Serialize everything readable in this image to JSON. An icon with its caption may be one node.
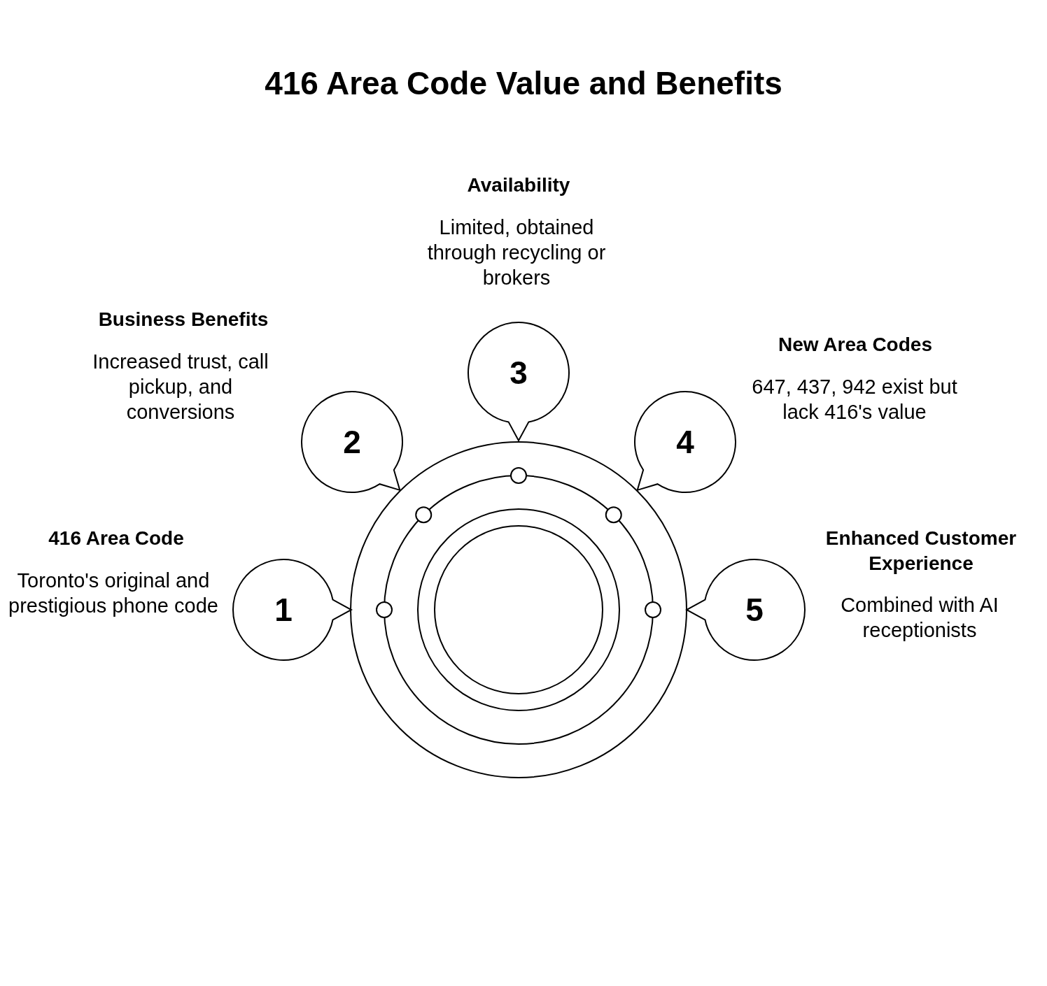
{
  "diagram": {
    "title": "416 Area Code Value and Benefits",
    "nodes": [
      {
        "text": [],
        "shape": "circle"
      },
      {
        "text": [
          "1"
        ],
        "beside": [
          "416 Area Code",
          "Toronto's original and prestigious phone code"
        ]
      },
      {
        "text": [
          "2"
        ],
        "beside": [
          "Business Benefits",
          "Increased trust, call pickup, and conversions"
        ]
      },
      {
        "text": [
          "3"
        ],
        "beside": [
          "Availability",
          "Limited, obtained through recycling or brokers"
        ]
      },
      {
        "text": [
          "4"
        ],
        "beside": [
          "New Area Codes",
          "647, 437, 942 exist but lack 416's value"
        ]
      },
      {
        "text": [
          "5"
        ],
        "beside": [
          "Enhanced Customer Experience",
          "Combined with AI receptionists"
        ]
      }
    ]
  }
}
